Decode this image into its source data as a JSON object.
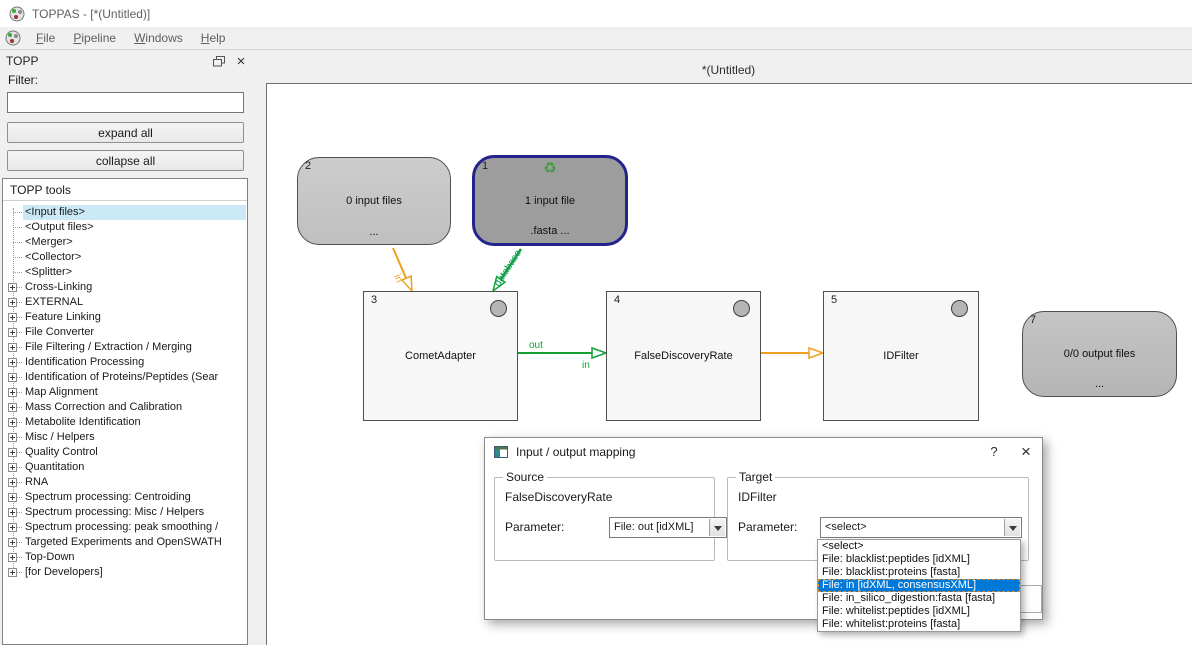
{
  "titlebar": {
    "title": "TOPPAS - [*(Untitled)]"
  },
  "menubar": {
    "items": [
      {
        "label": "File"
      },
      {
        "label": "Pipeline"
      },
      {
        "label": "Windows"
      },
      {
        "label": "Help"
      }
    ]
  },
  "dock": {
    "title": "TOPP",
    "filter_label": "Filter:",
    "filter_value": "",
    "expand_all": "expand all",
    "collapse_all": "collapse all",
    "tree_header": "TOPP tools",
    "tree_items": [
      {
        "label": "<Input files>",
        "selected": true,
        "expandable": false
      },
      {
        "label": "<Output files>",
        "expandable": false
      },
      {
        "label": "<Merger>",
        "expandable": false
      },
      {
        "label": "<Collector>",
        "expandable": false
      },
      {
        "label": "<Splitter>",
        "expandable": false
      },
      {
        "label": "Cross-Linking",
        "expandable": true
      },
      {
        "label": "EXTERNAL",
        "expandable": true
      },
      {
        "label": "Feature Linking",
        "expandable": true
      },
      {
        "label": "File Converter",
        "expandable": true
      },
      {
        "label": "File Filtering / Extraction / Merging",
        "expandable": true
      },
      {
        "label": "Identification Processing",
        "expandable": true
      },
      {
        "label": "Identification of Proteins/Peptides (Sear",
        "expandable": true
      },
      {
        "label": "Map Alignment",
        "expandable": true
      },
      {
        "label": "Mass Correction and Calibration",
        "expandable": true
      },
      {
        "label": "Metabolite Identification",
        "expandable": true
      },
      {
        "label": "Misc / Helpers",
        "expandable": true
      },
      {
        "label": "Quality Control",
        "expandable": true
      },
      {
        "label": "Quantitation",
        "expandable": true
      },
      {
        "label": "RNA",
        "expandable": true
      },
      {
        "label": "Spectrum processing: Centroiding",
        "expandable": true
      },
      {
        "label": "Spectrum processing: Misc / Helpers",
        "expandable": true
      },
      {
        "label": "Spectrum processing: peak smoothing /",
        "expandable": true
      },
      {
        "label": "Targeted Experiments and OpenSWATH",
        "expandable": true
      },
      {
        "label": "Top-Down",
        "expandable": true
      },
      {
        "label": "[for Developers]",
        "expandable": true
      }
    ]
  },
  "canvas": {
    "title": "*(Untitled)",
    "nodes": {
      "n2": {
        "id": "2",
        "label": "0 input files",
        "sub": "..."
      },
      "n1": {
        "id": "1",
        "label": "1 input file",
        "sub": ".fasta ...",
        "recycle_icon": "♻"
      },
      "n3": {
        "id": "3",
        "label": "CometAdapter"
      },
      "n4": {
        "id": "4",
        "label": "FalseDiscoveryRate"
      },
      "n5": {
        "id": "5",
        "label": "IDFilter"
      },
      "n7": {
        "id": "7",
        "label": "0/0 output files",
        "sub": "..."
      }
    },
    "edges": {
      "input_to_comet": {
        "label": "in"
      },
      "fasta_to_comet": {
        "label": "database"
      },
      "comet_to_fdr": {
        "label_out": "out",
        "label_in": "in"
      }
    }
  },
  "dialog": {
    "title": "Input / output mapping",
    "help_button": "?",
    "close_button": "×",
    "source": {
      "group_label": "Source",
      "tool": "FalseDiscoveryRate",
      "param_label": "Parameter:",
      "value": "File: out [idXML]"
    },
    "target": {
      "group_label": "Target",
      "tool": "IDFilter",
      "param_label": "Parameter:",
      "value": "<select>"
    },
    "dropdown_items": [
      {
        "label": "<select>"
      },
      {
        "label": "File: blacklist:peptides [idXML]"
      },
      {
        "label": "File: blacklist:proteins [fasta]"
      },
      {
        "label": "File: in [idXML, consensusXML]",
        "selected": true
      },
      {
        "label": "File: in_silico_digestion:fasta [fasta]"
      },
      {
        "label": "File: whitelist:peptides [idXML]"
      },
      {
        "label": "File: whitelist:proteins [fasta]"
      }
    ]
  },
  "icons": {
    "dock_close": "×"
  },
  "colors": {
    "selection_blue": "#0078d7",
    "tree_selection": "#cbe8f6",
    "edge_orange": "#efa01e",
    "edge_green": "#13a036",
    "selected_node_border": "#23238b"
  }
}
